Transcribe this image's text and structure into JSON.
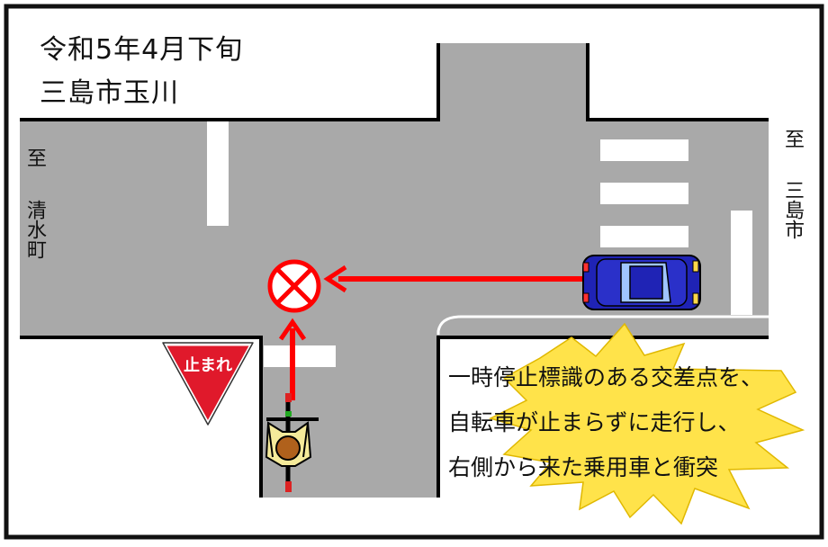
{
  "header": {
    "date": "令和5年4月下旬",
    "location": "三島市玉川"
  },
  "directions": {
    "left_to": "至",
    "left_place": "清水町",
    "right_to": "至",
    "right_place": "三島市"
  },
  "sign": {
    "label": "止まれ"
  },
  "caption": {
    "lines": [
      "一時停止標識のある交差点を、",
      "自転車が止まらずに走行し、",
      "右側から来た乗用車と衝突"
    ]
  },
  "colors": {
    "road": "#a9a9a9",
    "arrow": "#ff0000",
    "car": "#1f23b5",
    "burst": "#ffe34a",
    "sign": "#e0192b",
    "bicycle_rider": "#f5ea9a"
  }
}
